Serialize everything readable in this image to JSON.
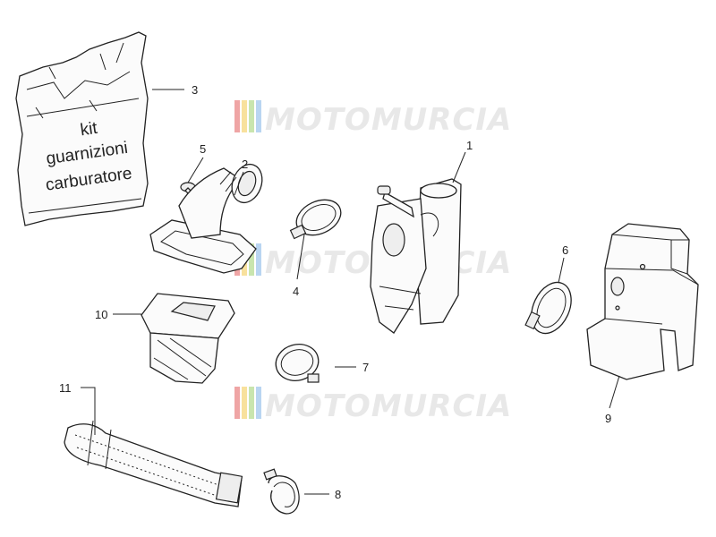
{
  "watermark": {
    "text": "MOTOMURCIA",
    "stripe_colors": [
      "#e25b5b",
      "#f2c94c",
      "#9ccf6c",
      "#7fb3e6"
    ]
  },
  "gasket_bag": {
    "lines": [
      "kit",
      "guarnizioni",
      "carburatore"
    ]
  },
  "callouts": [
    {
      "id": "1",
      "part": "carburettor"
    },
    {
      "id": "2",
      "part": "intake-manifold"
    },
    {
      "id": "3",
      "part": "gasket-kit-bag"
    },
    {
      "id": "4",
      "part": "hose-clamp-a"
    },
    {
      "id": "5",
      "part": "screw"
    },
    {
      "id": "6",
      "part": "hose-clamp-b"
    },
    {
      "id": "7",
      "part": "hose-clamp-c"
    },
    {
      "id": "8",
      "part": "hose-clamp-d"
    },
    {
      "id": "9",
      "part": "carburettor-cover"
    },
    {
      "id": "10",
      "part": "reed-valve"
    },
    {
      "id": "11",
      "part": "breather-hose"
    }
  ]
}
